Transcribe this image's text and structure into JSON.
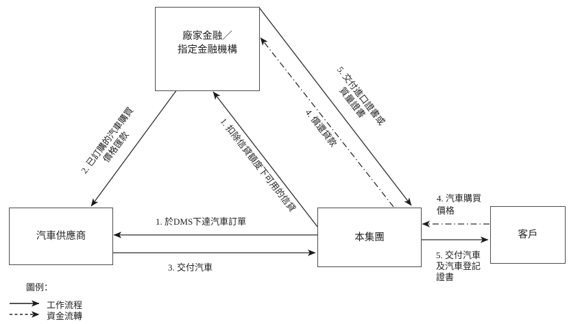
{
  "figure": {
    "nodes": {
      "finance": {
        "lines": [
          "廠家金融／",
          "指定金融機構"
        ]
      },
      "supplier": {
        "label": "汽車供應商"
      },
      "group": {
        "label": "本集團"
      },
      "customer": {
        "label": "客戶"
      }
    },
    "edges": {
      "order": {
        "label": "1. 於DMS下達汽車訂單",
        "type": "workflow",
        "from": "本集團",
        "to": "汽車供應商"
      },
      "credit": {
        "label": "1. 扣除信貸額度下可用的信貸",
        "type": "workflow",
        "from": "本集團",
        "to": "廠家金融／指定金融機構"
      },
      "remittance": {
        "lines": [
          "2. 已訂購的汽車購買",
          "價格匯款"
        ],
        "type": "workflow",
        "from": "廠家金融／指定金融機構",
        "to": "汽車供應商"
      },
      "deliver_vehicles": {
        "label": "3. 交付汽車",
        "type": "workflow",
        "from": "汽車供應商",
        "to": "本集團"
      },
      "repay_loan": {
        "label": "4. 償還貸款",
        "type": "funds",
        "from": "本集團",
        "to": "廠家金融／指定金融機構"
      },
      "purchase_price": {
        "lines": [
          "4. 汽車購買",
          "價格"
        ],
        "type": "funds",
        "from": "客戶",
        "to": "本集團"
      },
      "import_cert": {
        "lines": [
          "5. 交付進口證書或",
          "質量證書"
        ],
        "type": "workflow",
        "from": "廠家金融／指定金融機構",
        "to": "本集團"
      },
      "deliver_customer": {
        "lines": [
          "5. 交付汽車",
          "及汽車登記",
          "證書"
        ],
        "type": "workflow",
        "from": "本集團",
        "to": "客戶"
      }
    },
    "legend": {
      "title": "圖例：",
      "items": [
        {
          "label": "工作流程",
          "line": "solid"
        },
        {
          "label": "資金流轉",
          "line": "dashed"
        }
      ]
    },
    "colors": {
      "line": "#2a2a2a",
      "text": "#1f1f1f",
      "background": "#ffffff"
    }
  }
}
